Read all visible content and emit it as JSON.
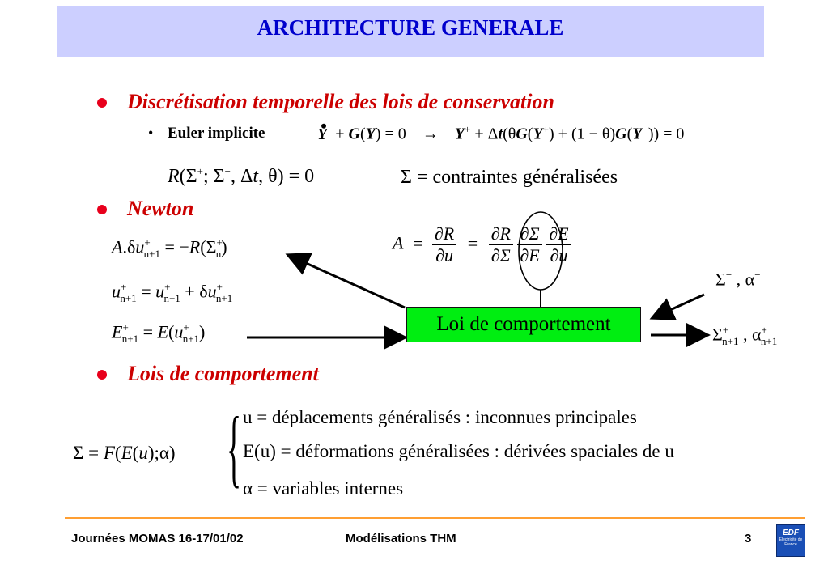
{
  "header": {
    "title": "ARCHITECTURE GENERALE"
  },
  "section1": {
    "heading": "Discrétisation temporelle des lois de conservation",
    "sub_bullet": "Euler implicite"
  },
  "eq_euler": {
    "lhs": "Ẏ + G(Y) = 0",
    "arrow": "→",
    "rhs": "Y⁺ + Δtθ G(Y⁺) + (1 − θ) G(Y⁻) = 0"
  },
  "eq_residual": {
    "expr": "R(Σ⁺; Σ⁻, Δt, θ) = 0",
    "def": "Σ = contraintes   généralisées"
  },
  "section2": {
    "heading": "Newton"
  },
  "newton": {
    "eq1": "A.δu⁺ₙ₊₁ = −R(Σ⁺ₙ)",
    "eq2": "u⁺ₙ₊₁ = u⁺ₙ₊₁ + δu⁺ₙ₊₁",
    "eq3": "E⁺ₙ₊₁ = E(u⁺ₙ₊₁)",
    "jacobian": {
      "lhs": "A",
      "eq": "=",
      "f1_num": "∂R",
      "f1_den": "∂u",
      "f2_num": "∂R",
      "f2_den": "∂Σ",
      "f3_num": "∂Σ",
      "f3_den": "∂E",
      "f4_num": "∂E",
      "f4_den": "∂u"
    }
  },
  "loi_box": {
    "label": "Loi de comportement"
  },
  "inputs": {
    "minus": "Σ⁻ , α⁻",
    "plus": "Σ⁺ₙ₊₁ , α⁺ₙ₊₁"
  },
  "section3": {
    "heading": "Lois de comportement"
  },
  "constitutive": {
    "lhs": "Σ = F(E(u);α)",
    "line1": "u = déplacements   généralisés : inconnues principales",
    "line2": "E(u) = déformations   généralisées : dérivées spaciales de u",
    "line3": "α = variables internes"
  },
  "footer": {
    "left": "Journées MOMAS 16-17/01/02",
    "center": "Modélisations THM",
    "page": "3"
  },
  "logo": {
    "brand": "EDF",
    "text": "Electricité de France"
  },
  "colors": {
    "title_bg": "#cccfff",
    "title_text": "#0000cc",
    "heading_red": "#cc0000",
    "bullet": "#e8001c",
    "loi_bg": "#00ee11",
    "footer_line": "#ff9f33",
    "logo_bg": "#1a4fb6"
  }
}
